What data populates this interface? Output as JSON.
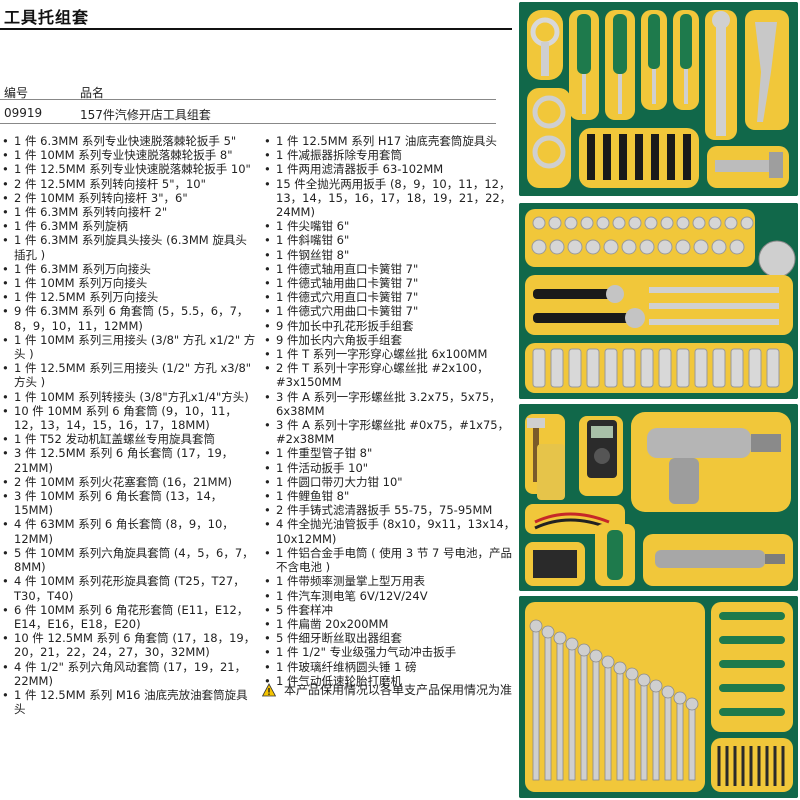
{
  "page_title": "工具托组套",
  "table": {
    "headers": [
      "编号",
      "品名"
    ],
    "row": [
      "09919",
      "157件汽修开店工具组套"
    ]
  },
  "items_left": [
    "1 件 6.3MM 系列专业快速脱落棘轮扳手 5\"",
    "1 件 10MM 系列专业快速脱落棘轮扳手 8\"",
    "1 件 12.5MM 系列专业快速脱落棘轮扳手 10\"",
    "2 件 12.5MM 系列转向接杆 5\"，10\"",
    "2 件 10MM 系列转向接杆 3\"，6\"",
    "1 件 6.3MM 系列转向接杆 2\"",
    "1 件 6.3MM 系列旋柄",
    "1 件 6.3MM 系列旋具头接头 (6.3MM 旋具头插孔 )",
    "1 件 6.3MM 系列万向接头",
    "1 件 10MM 系列万向接头",
    "1 件 12.5MM 系列万向接头",
    "9 件 6.3MM 系列 6 角套筒 (5，5.5，6，7，8，9，10，11，12MM)",
    "1 件 10MM 系列三用接头 (3/8\" 方孔 x1/2\" 方头 )",
    "1 件 12.5MM 系列三用接头 (1/2\" 方孔 x3/8\" 方头 )",
    "1 件 10MM 系列转接头 (3/8\"方孔x1/4\"方头)",
    "10 件 10MM 系列 6 角套筒 (9，10，11，12，13，14，15，16，17，18MM)",
    "1 件 T52 发动机缸盖螺丝专用旋具套筒",
    "3 件 12.5MM 系列 6 角长套筒 (17，19，21MM)",
    "2 件 10MM 系列火花塞套筒 (16，21MM)",
    "3 件 10MM 系列 6 角长套筒 (13，14，15MM)",
    "4 件 63MM 系列 6 角长套筒 (8，9，10，12MM)",
    "5 件 10MM 系列六角旋具套筒 (4，5，6，7，8MM)",
    "4 件 10MM 系列花形旋具套筒 (T25，T27，T30，T40)",
    "6 件 10MM 系列 6 角花形套筒 (E11，E12，E14，E16，E18，E20)",
    "10 件 12.5MM 系列 6 角套筒 (17，18，19，20，21，22，24，27，30，32MM)",
    "4 件 1/2\" 系列六角风动套筒 (17，19，21，22MM)",
    "1 件 12.5MM 系列 M16 油底壳放油套筒旋具头"
  ],
  "items_right": [
    "1 件 12.5MM 系列 H17 油底壳套筒旋具头",
    "1 件减振器拆除专用套筒",
    "1 件两用滤清器扳手 63-102MM",
    "15 件全抛光两用扳手 (8，9，10，11，12，13，14，15，16，17，18，19，21，22，24MM)",
    "1 件尖嘴钳 6\"",
    "1 件斜嘴钳 6\"",
    "1 件钢丝钳 8\"",
    "1 件德式轴用直口卡簧钳 7\"",
    "1 件德式轴用曲口卡簧钳 7\"",
    "1 件德式穴用直口卡簧钳 7\"",
    "1 件德式穴用曲口卡簧钳 7\"",
    "9 件加长中孔花形扳手组套",
    "9 件加长内六角扳手组套",
    "1 件 T 系列一字形穿心螺丝批 6x100MM",
    "2 件 T 系列十字形穿心螺丝批 #2x100，#3x150MM",
    "3 件 A 系列一字形螺丝批 3.2x75，5x75，6x38MM",
    "3 件 A 系列十字形螺丝批 #0x75，#1x75，#2x38MM",
    "1 件重型管子钳 8\"",
    "1 件活动扳手 10\"",
    "1 件圆口带刃大力钳 10\"",
    "1 件鲤鱼钳 8\"",
    "2 件手铸式滤清器扳手 55-75，75-95MM",
    "4 件全抛光油管扳手 (8x10，9x11，13x14，10x12MM)",
    "1 件铝合金手电筒 ( 使用 3 节 7 号电池，产品不含电池 )",
    "1 件带频率测量掌上型万用表",
    "1 件汽车测电笔 6V/12V/24V",
    "5 件套样冲",
    "1 件扁凿 20x200MM",
    "5 件细牙断丝取出器组套",
    "1 件 1/2\" 专业级强力气动冲击扳手",
    "1 件玻璃纤维柄圆头锤 1 磅",
    "1 件气动低速轮胎打磨机"
  ],
  "note": "本产品保用情况以各单支产品保用情况为准",
  "colors": {
    "tray_green": "#11684a",
    "cutout_yellow": "#f1c73a",
    "warning_yellow": "#f5c400"
  },
  "icons": [
    "warning-icon"
  ]
}
